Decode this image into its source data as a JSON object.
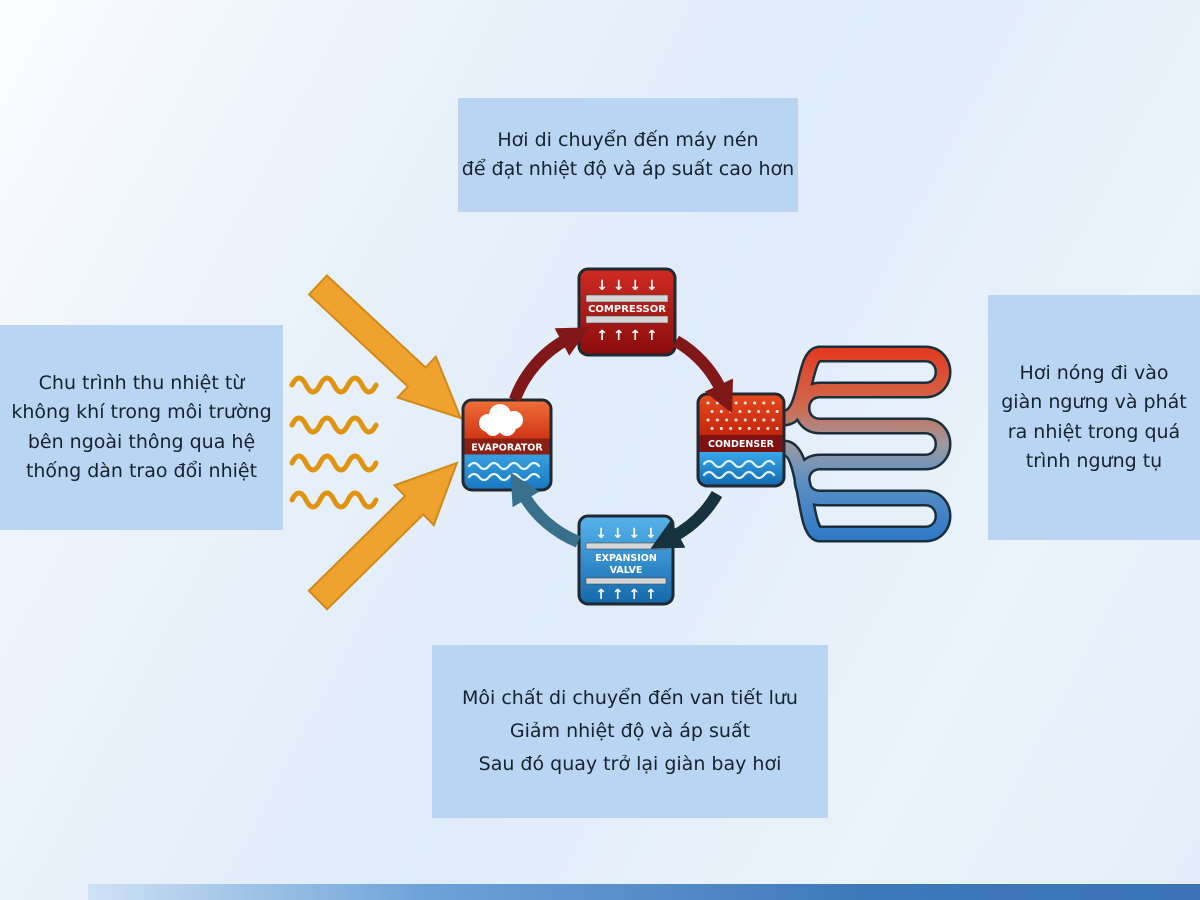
{
  "callouts": {
    "top": {
      "lines": [
        "Hơi di chuyển đến máy nén",
        "để đạt nhiệt độ và áp suất cao hơn"
      ]
    },
    "left": {
      "lines": [
        "Chu trình thu nhiệt từ",
        "không khí trong môi trường",
        "bên ngoài thông qua hệ",
        "thống dàn trao đổi nhiệt"
      ]
    },
    "right": {
      "lines": [
        "Hơi nóng đi vào",
        "giàn ngưng và phát",
        "ra nhiệt trong quá",
        "trình ngưng tụ"
      ]
    },
    "bottom": {
      "lines": [
        "Môi chất di chuyển đến van tiết lưu",
        "Giảm nhiệt độ và áp suất",
        "Sau đó quay trở lại giàn bay hơi"
      ]
    }
  },
  "cycle": {
    "compressor_label": "COMPRESSOR",
    "condenser_label": "CONDENSER",
    "expansion_valve_label_line1": "EXPANSION",
    "expansion_valve_label_line2": "VALVE",
    "evaporator_label": "EVAPORATOR"
  },
  "icons": {
    "down_arrows": "↓ ↓ ↓ ↓",
    "up_arrows": "↑ ↑ ↑ ↑"
  },
  "colors": {
    "callout_bg": "#b9d5f1",
    "heat_arrow_orange": "#f0a22e",
    "hot_red": "#c41f1f",
    "cold_blue": "#2196d8",
    "cycle_hot_arc": "#801818",
    "cycle_cold_arc": "#38708c"
  }
}
